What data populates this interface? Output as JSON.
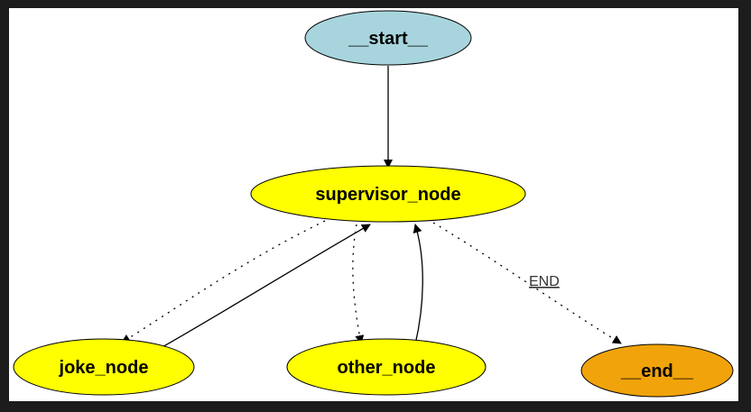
{
  "diagram": {
    "nodes": {
      "start": {
        "label": "__start__",
        "fill": "#a8d5dd"
      },
      "supervisor": {
        "label": "supervisor_node",
        "fill": "#ffff00"
      },
      "joke": {
        "label": "joke_node",
        "fill": "#ffff00"
      },
      "other": {
        "label": "other_node",
        "fill": "#ffff00"
      },
      "end": {
        "label": "__end__",
        "fill": "#f0a30a"
      }
    },
    "edges": [
      {
        "from": "start",
        "to": "supervisor",
        "style": "solid"
      },
      {
        "from": "supervisor",
        "to": "joke",
        "style": "dotted"
      },
      {
        "from": "joke",
        "to": "supervisor",
        "style": "solid"
      },
      {
        "from": "supervisor",
        "to": "other",
        "style": "dotted"
      },
      {
        "from": "other",
        "to": "supervisor",
        "style": "solid"
      },
      {
        "from": "supervisor",
        "to": "end",
        "style": "dotted",
        "label": "END"
      }
    ],
    "end_edge_label": "END"
  }
}
